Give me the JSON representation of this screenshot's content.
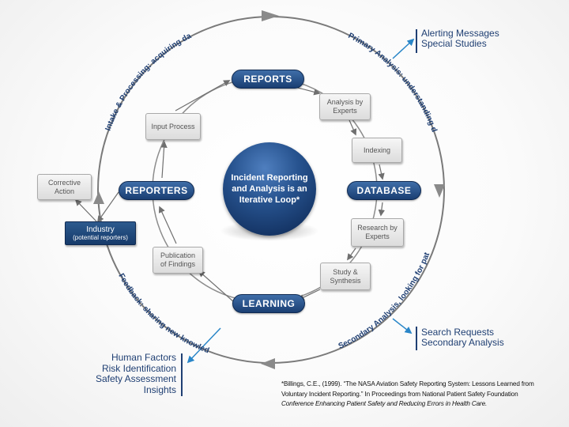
{
  "center": {
    "lines": [
      "Incident Reporting",
      "and Analysis is an",
      "Iterative Loop*"
    ]
  },
  "nodes": {
    "reports": "REPORTS",
    "database": "DATABASE",
    "learning": "LEARNING",
    "reporters": "REPORTERS"
  },
  "boxes": {
    "analysis_by_experts": [
      "Analysis by",
      "Experts"
    ],
    "indexing": [
      "Indexing"
    ],
    "research_by_experts": [
      "Research by",
      "Experts"
    ],
    "study_synthesis": [
      "Study &",
      "Synthesis"
    ],
    "publication": [
      "Publication",
      "of Findings"
    ],
    "input_process": [
      "Input Process"
    ],
    "corrective_action": [
      "Corrective",
      "Action"
    ]
  },
  "industry": {
    "title": "Industry",
    "subtitle": "(potential reporters)"
  },
  "arc_labels": {
    "intake": "Intake & Processing: acquiring data",
    "primary": "Primary Analysis: understanding data",
    "secondary": "Secondary Analysis, looking for patterns",
    "feedback": "Feedback: sharing new knowledge"
  },
  "outputs": {
    "alerting": [
      "Alerting Messages",
      "Special Studies"
    ],
    "search": [
      "Search Requests",
      "Secondary Analysis"
    ],
    "human_factors": [
      "Human Factors",
      "Risk Identification",
      "Safety Assessment",
      "Insights"
    ]
  },
  "citation": [
    "*Billings, C.E., (1999). “The NASA Aviation Safety Reporting System: Lessons Learned from",
    "Voluntary Incident Reporting.”  In Proceedings from National Patient Safety Foundation",
    "Conference Enhancing Patient Safety and Reducing Errors in Health Care."
  ],
  "colors": {
    "navy": "#1f3f73",
    "arrow_blue": "#2a86c8",
    "ring_gray": "#6f6f6f"
  }
}
